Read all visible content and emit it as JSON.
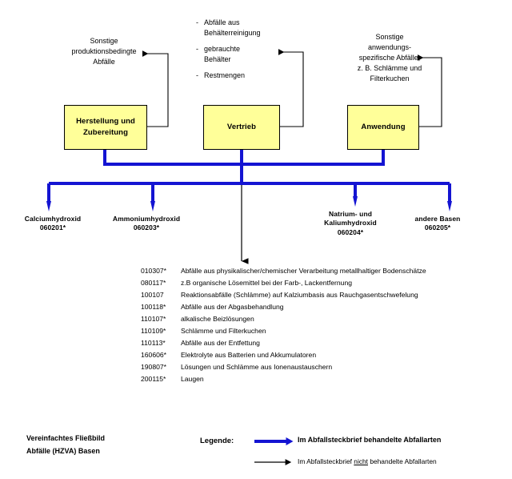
{
  "diagram": {
    "title": "Vereinfachtes Fließbild Abfälle (HZVA) Basen",
    "caption_line1": "Vereinfachtes Fließbild",
    "caption_line2": "Abfälle (HZVA) Basen",
    "colors": {
      "box_fill": "#FFFF99",
      "box_border": "#000000",
      "blue_arrow": "#1414D2",
      "black_arrow": "#000000",
      "background": "#FFFFFF"
    }
  },
  "process_boxes": [
    {
      "id": "herstellung",
      "line1": "Herstellung und",
      "line2": "Zubereitung"
    },
    {
      "id": "vertrieb",
      "line1": "Vertrieb",
      "line2": ""
    },
    {
      "id": "anwendung",
      "line1": "Anwendung",
      "line2": ""
    }
  ],
  "notes": {
    "left": {
      "line1": "Sonstige",
      "line2": "produktionsbedingte",
      "line3": "Abfälle"
    },
    "middle": {
      "dash": "-",
      "items": [
        {
          "line1": "Abfälle aus",
          "line2": "Behälterreinigung"
        },
        {
          "line1": "gebrauchte",
          "line2": "Behälter"
        },
        {
          "line1": "Restmengen",
          "line2": ""
        }
      ]
    },
    "right": {
      "line1": "Sonstige",
      "line2": "anwendungs-",
      "line3": "spezifische Abfälle,",
      "line4": "z. B. Schlämme und",
      "line5": "Filterkuchen"
    }
  },
  "branches": [
    {
      "name": "Calciumhydroxid",
      "code": "060201*"
    },
    {
      "name": "Ammoniumhydroxid",
      "code": "060203*"
    },
    {
      "name": "Natrium- und Kaliumhydroxid",
      "name_line1": "Natrium- und",
      "name_line2": "Kaliumhydroxid",
      "code": "060204*"
    },
    {
      "name": "andere Basen",
      "code": "060205*"
    }
  ],
  "waste_codes": [
    {
      "code": "010307*",
      "desc": "Abfälle aus physikalischer/chemischer Verarbeitung metallhaltiger Bodenschätze"
    },
    {
      "code": "080117*",
      "desc": "z.B organische Lösemittel bei der Farb-, Lackentfernung"
    },
    {
      "code": "100107",
      "desc": "Reaktionsabfälle (Schlämme) auf Kalziumbasis aus Rauchgasentschwefelung"
    },
    {
      "code": "100118*",
      "desc": "Abfälle aus der Abgasbehandlung"
    },
    {
      "code": "110107*",
      "desc": "alkalische Beizlösungen"
    },
    {
      "code": "110109*",
      "desc": "Schlämme und Filterkuchen"
    },
    {
      "code": "110113*",
      "desc": "Abfälle aus der Entfettung"
    },
    {
      "code": "160606*",
      "desc": "Elektrolyte aus Batterien und Akkumulatoren"
    },
    {
      "code": "190807*",
      "desc": "Lösungen und Schlämme aus Ionenaustauschern"
    },
    {
      "code": "200115*",
      "desc": "Laugen"
    }
  ],
  "legend": {
    "title": "Legende:",
    "blue_entry": "Im Abfallsteckbrief behandelte Abfallarten",
    "black_entry_pre": "Im Abfallsteckbrief ",
    "black_entry_emph": "nicht",
    "black_entry_post": " behandelte Abfallarten"
  }
}
